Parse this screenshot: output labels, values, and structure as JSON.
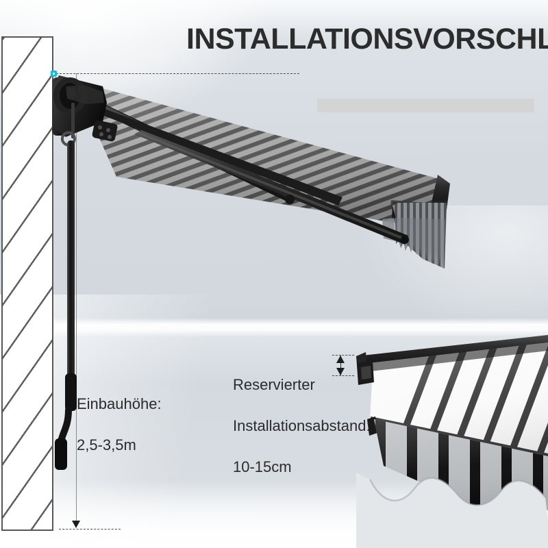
{
  "page": {
    "title": "INSTALLATIONSVORSCHLAG",
    "background_color": "#d3d9df",
    "accent_color": "#19b9dd",
    "text_color": "#2b2b2b"
  },
  "header": {
    "title": "INSTALLATIONSVORSCHLAG",
    "gray_bar": ""
  },
  "diagram": {
    "wall": {
      "name": "hatched-wall",
      "hatch_color": "#5f5f5f",
      "border_color": "#575757"
    },
    "mount_marker": {
      "color": "#19b9dd"
    },
    "annotations": [
      {
        "id": "mounting-height",
        "line1": "Einbauhöhe:",
        "line2": "2,5-3,5m",
        "value": "2,5-3,5m",
        "unit": "m"
      },
      {
        "id": "installation-clearance",
        "line1": "Reservierter",
        "line2": "Installationsabstand:",
        "line3": "10-15cm",
        "value": "10-15cm",
        "unit": "cm"
      }
    ],
    "awning_top": {
      "name": "wall-mounted-retractable-awning",
      "fabric": "grey-striped",
      "stripe_colors": [
        "#9a9a9a",
        "#4c4c4c"
      ],
      "frame_color": "#2a2a2a"
    },
    "awning_bottom": {
      "name": "awning-perspective-detail",
      "fabric": "white-and-dark-striped",
      "stripe_colors": [
        "#f5f5f5",
        "#3a3a3a"
      ],
      "frame_color": "#2f2f2f"
    }
  }
}
